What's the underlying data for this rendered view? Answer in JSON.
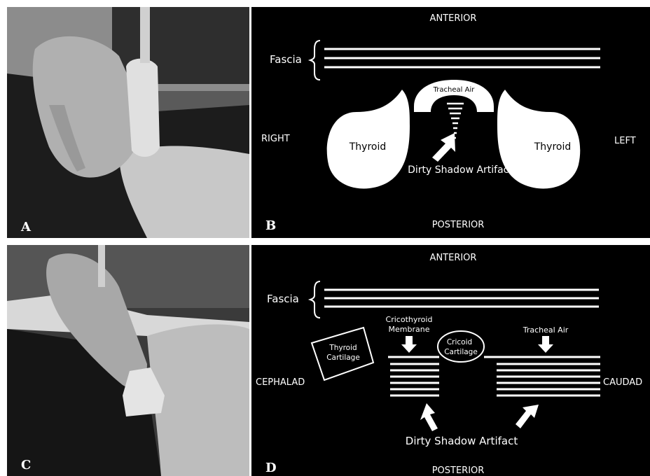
{
  "panel_a": {
    "letter": "A"
  },
  "panel_b": {
    "letter": "B",
    "anterior": "ANTERIOR",
    "posterior": "POSTERIOR",
    "right": "RIGHT",
    "left": "LEFT",
    "fascia": "Fascia",
    "tracheal_air": "Tracheal Air",
    "thyroid_right": "Thyroid",
    "thyroid_left": "Thyroid",
    "artifact": "Dirty Shadow Artifact"
  },
  "panel_c": {
    "letter": "C"
  },
  "panel_d": {
    "letter": "D",
    "anterior": "ANTERIOR",
    "posterior": "POSTERIOR",
    "cephalad": "CEPHALAD",
    "caudad": "CAUDAD",
    "fascia": "Fascia",
    "cricothyroid_1": "Cricothyroid",
    "cricothyroid_2": "Membrane",
    "thyroid_cart_1": "Thyroid",
    "thyroid_cart_2": "Cartilage",
    "cricoid_1": "Cricoid",
    "cricoid_2": "Cartilage",
    "tracheal_air": "Tracheal Air",
    "artifact": "Dirty Shadow Artifact"
  }
}
